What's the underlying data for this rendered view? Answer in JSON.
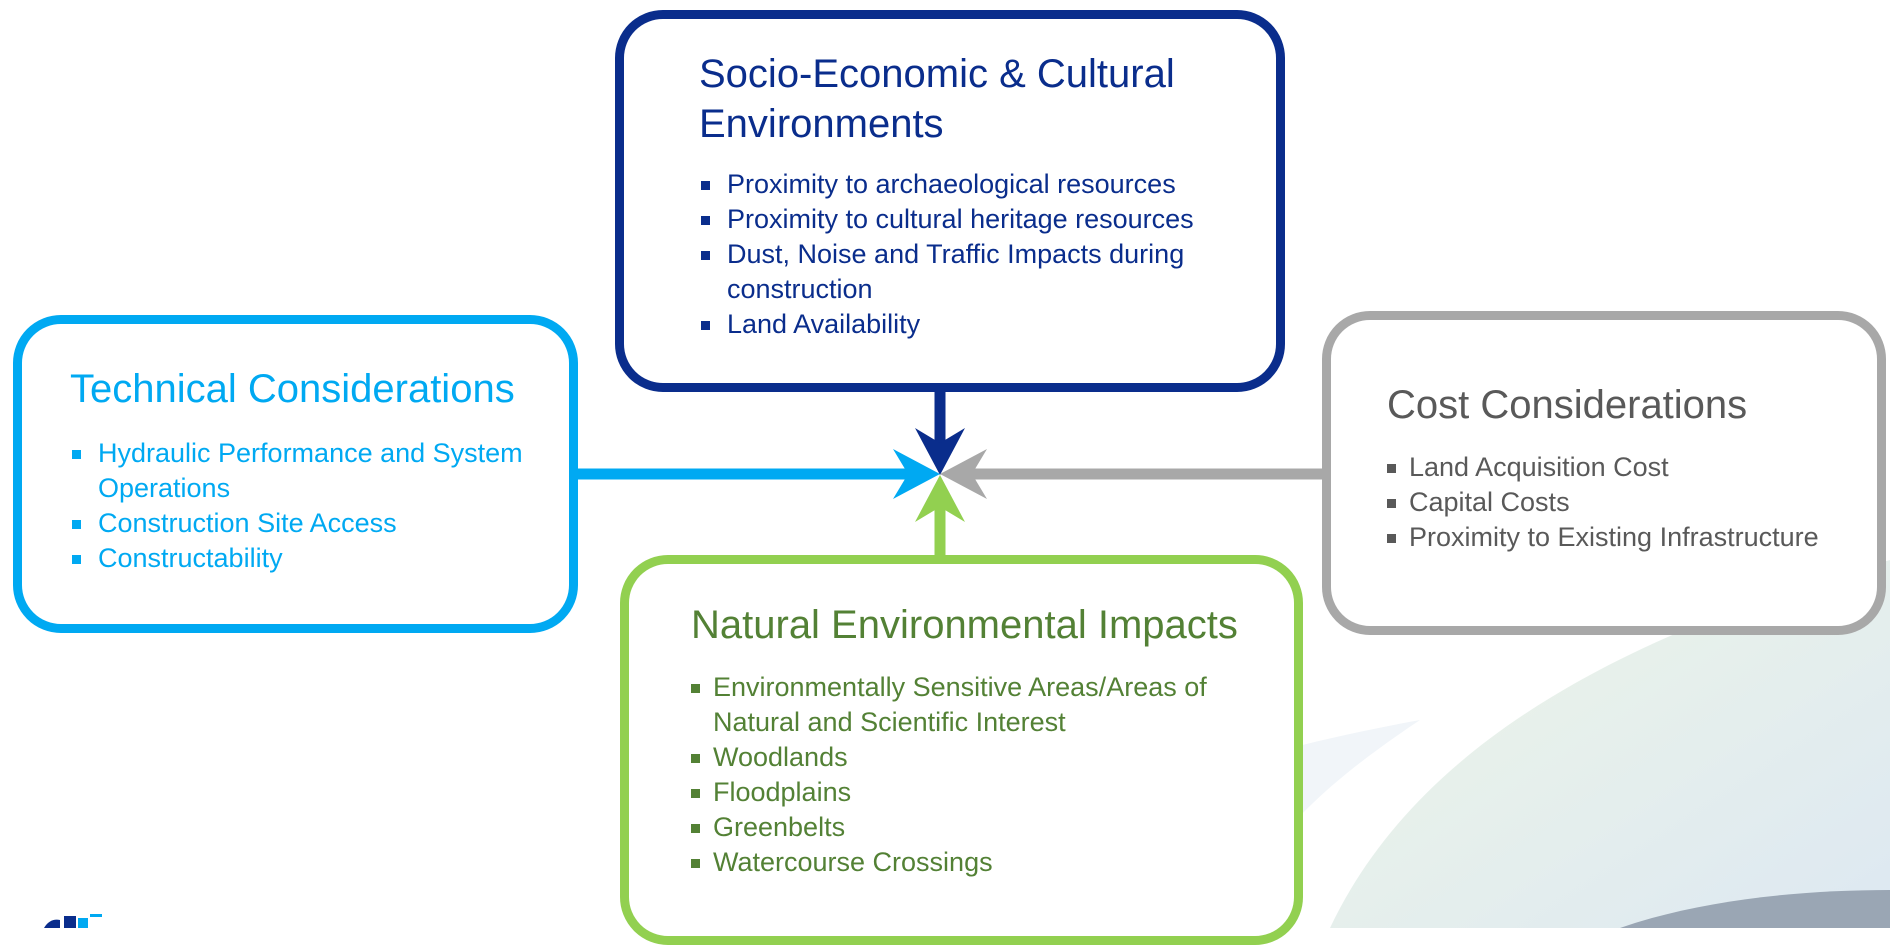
{
  "colors": {
    "socio": "#0a2d8c",
    "technical": "#00a9f2",
    "cost": "#a8a8a8",
    "cost_text": "#595959",
    "natural_border": "#92d050",
    "natural_text": "#538135"
  },
  "boxes": {
    "socio": {
      "title": "Socio-Economic & Cultural Environments",
      "items": [
        "Proximity to archaeological resources",
        "Proximity to cultural heritage resources",
        "Dust, Noise and Traffic Impacts during construction",
        "Land Availability"
      ]
    },
    "technical": {
      "title": "Technical Considerations",
      "items": [
        "Hydraulic Performance and System Operations",
        "Construction Site Access",
        "Constructability"
      ]
    },
    "cost": {
      "title": "Cost Considerations",
      "items": [
        "Land Acquisition Cost",
        "Capital Costs",
        "Proximity to Existing Infrastructure"
      ]
    },
    "natural": {
      "title": "Natural Environmental Impacts",
      "items": [
        "Environmentally Sensitive Areas/Areas of Natural and Scientific Interest",
        "Woodlands",
        "Floodplains",
        "Greenbelts",
        "Watercourse Crossings"
      ]
    }
  }
}
